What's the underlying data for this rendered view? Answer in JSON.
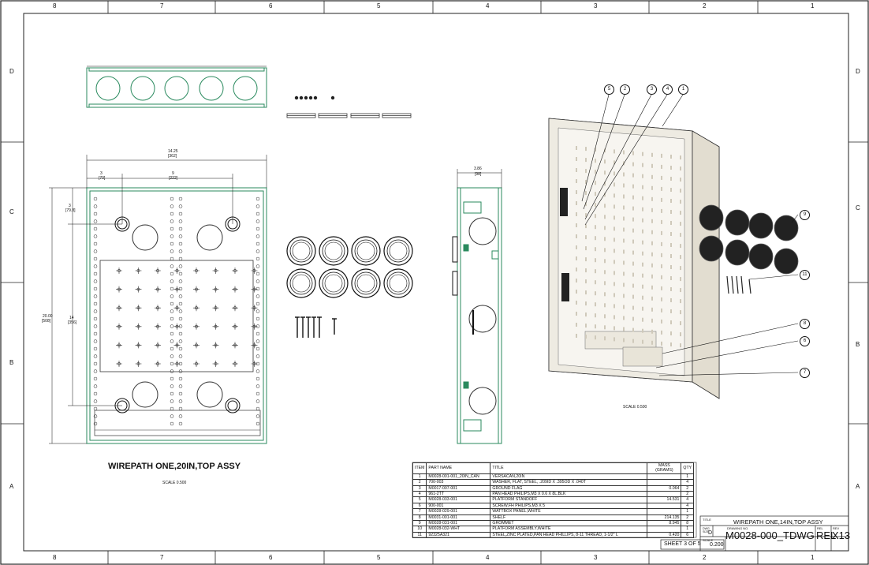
{
  "border": {
    "cols_top": [
      "8",
      "7",
      "6",
      "5",
      "4",
      "3",
      "2",
      "1"
    ],
    "cols_bottom": [
      "8",
      "7",
      "6",
      "5",
      "4",
      "3",
      "2",
      "1"
    ],
    "rows_left": [
      "D",
      "C",
      "B",
      "A"
    ],
    "rows_right": [
      "D",
      "C",
      "B",
      "A"
    ]
  },
  "front_view": {
    "title": "WIREPATH ONE,20IN,TOP ASSY",
    "scale": "SCALE  0.500",
    "dims": {
      "overall_width": "14.25",
      "overall_width_mm": "[362]",
      "left_offset": "3",
      "left_offset_mm": "[70]",
      "hole_spacing": "9",
      "hole_spacing_mm": "[222]",
      "top_offset": "3",
      "top_offset_mm": "[79.8]",
      "overall_height": "20.00",
      "overall_height_mm": "[508]",
      "hole_height": "14",
      "hole_height_mm": "[356]"
    }
  },
  "side_view": {
    "depth": "3.86",
    "depth_mm": "[98]"
  },
  "iso_view": {
    "scale": "SCALE  0.500",
    "balloons": [
      "5",
      "2",
      "3",
      "4",
      "1",
      "9",
      "11",
      "8",
      "6",
      "7"
    ]
  },
  "bom": {
    "headers": [
      "ITEM",
      "PART NAME",
      "TITLE",
      "MASS (GRAMS)",
      "QTY"
    ],
    "rows": [
      [
        "1",
        "M0028-001-001_20IN_CAN",
        "VERSACAN,20IN",
        "",
        "1"
      ],
      [
        "2",
        "700-003",
        "WASHER, FLAT, STEEL, .209ID X .395OD X .040T",
        "",
        "4"
      ],
      [
        "3",
        "M0017-007-001",
        "GROUND FLAG",
        "0.064",
        "2"
      ],
      [
        "4",
        "961-2TT",
        "PAN HEAD PHILIPS,M3 X 0.6 X 8L,BLK",
        "",
        "2"
      ],
      [
        "5",
        "M0028-033-001",
        "PLATFORM STANDOFF",
        "14.531",
        "4"
      ],
      [
        "6",
        "900-001",
        "SCREW,FH PHILIPS,M3 X 5",
        "",
        "4"
      ],
      [
        "7",
        "M0028-029-001",
        "WATTBOX PANEL,WHITE",
        "",
        "1"
      ],
      [
        "8",
        "M0031-001-001",
        "SHELF",
        "214.135",
        "2"
      ],
      [
        "9",
        "M0028-031-001",
        "GROMMET",
        "8.945",
        "8"
      ],
      [
        "10",
        "M0028-032-WHT",
        "PLATFORM ASSEMBLY,WHITE",
        "",
        "1"
      ],
      [
        "11",
        "92325A321",
        "STEEL,ZINC PLATED,PAN HEAD PHILLIPS, 8-11 THREAD, 1-1/2\" L",
        "0.420",
        "6"
      ]
    ]
  },
  "title_block": {
    "title_label": "TITLE",
    "title": "WIREPATH ONE,14IN,TOP ASSY",
    "dwg_size_label": "DWG SIZE",
    "dwg_size": "D",
    "drawing_no_label": "DRAWING NO.",
    "drawing_no": "M0028-000_TDWG",
    "rel_label": "REL",
    "rel": "REL",
    "rev_label": "REV",
    "rev": "X13",
    "scale_label": "SCALE",
    "scale": "0.200",
    "sheet": "SHEET 3 OF 5"
  }
}
